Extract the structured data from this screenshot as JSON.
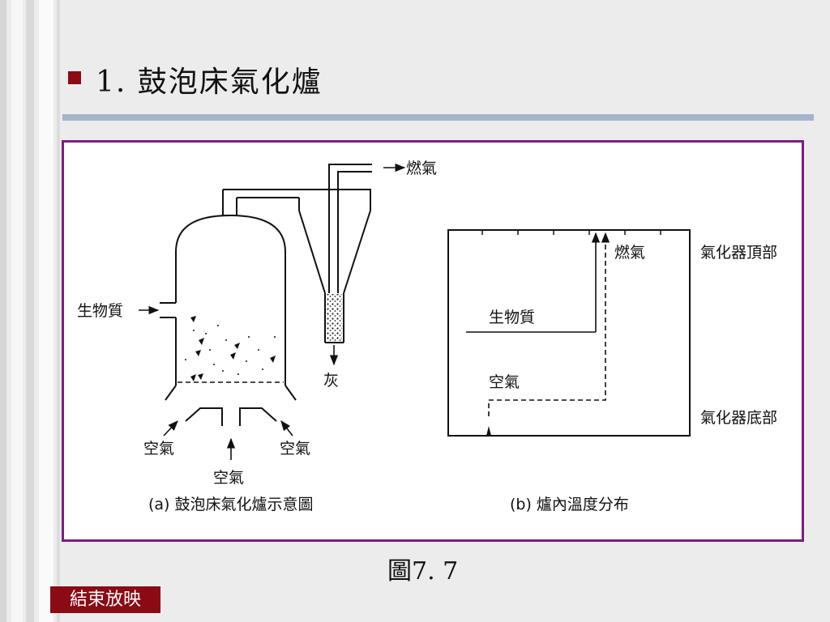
{
  "slide": {
    "title": "1. 鼓泡床氣化爐",
    "figure_caption": "圖7. 7",
    "end_show_label": "結束放映",
    "bullet_color": "#8b0a14",
    "rule_color": "#a4b4cc",
    "frame_color": "#7a1f7e"
  },
  "diagram_a": {
    "gas_out": "燃氣",
    "biomass_in": "生物質",
    "ash": "灰",
    "air_left": "空氣",
    "air_right": "空氣",
    "air_bottom": "空氣",
    "caption": "(a) 鼓泡床氣化爐示意圖"
  },
  "diagram_b": {
    "gas": "燃氣",
    "biomass": "生物質",
    "air": "空氣",
    "top_label": "氣化器頂部",
    "bottom_label": "氣化器底部",
    "caption": "(b) 爐內溫度分布"
  }
}
